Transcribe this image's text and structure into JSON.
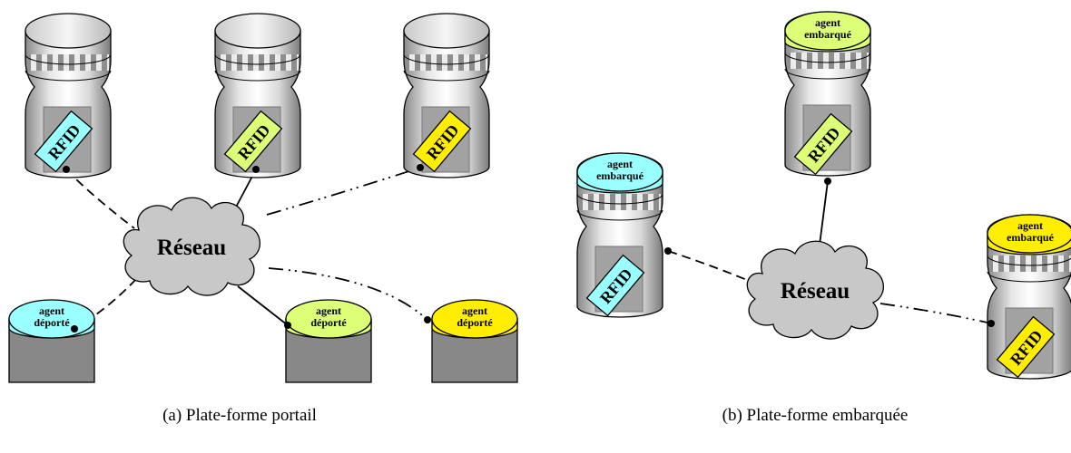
{
  "colors": {
    "cyan": "#99ffff",
    "lime": "#ddff77",
    "yellow": "#ffee00",
    "cloud": "#c8c8c8",
    "server_base": "#888888"
  },
  "panel_a": {
    "caption": "(a)  Plate-forme portail",
    "network_label": "Réseau",
    "tags": [
      {
        "text": "RFID",
        "color": "cyan"
      },
      {
        "text": "RFID",
        "color": "lime"
      },
      {
        "text": "RFID",
        "color": "yellow"
      }
    ],
    "agents": [
      {
        "line1": "agent",
        "line2": "déporté",
        "color": "cyan"
      },
      {
        "line1": "agent",
        "line2": "déporté",
        "color": "lime"
      },
      {
        "line1": "agent",
        "line2": "déporté",
        "color": "yellow"
      }
    ]
  },
  "panel_b": {
    "caption": "(b)  Plate-forme embarquée",
    "network_label": "Réseau",
    "tags": [
      {
        "text": "RFID",
        "color": "cyan"
      },
      {
        "text": "RFID",
        "color": "lime"
      },
      {
        "text": "RFID",
        "color": "yellow"
      }
    ],
    "agents": [
      {
        "line1": "agent",
        "line2": "embarqué",
        "color": "cyan"
      },
      {
        "line1": "agent",
        "line2": "embarqué",
        "color": "lime"
      },
      {
        "line1": "agent",
        "line2": "embarqué",
        "color": "yellow"
      }
    ]
  }
}
